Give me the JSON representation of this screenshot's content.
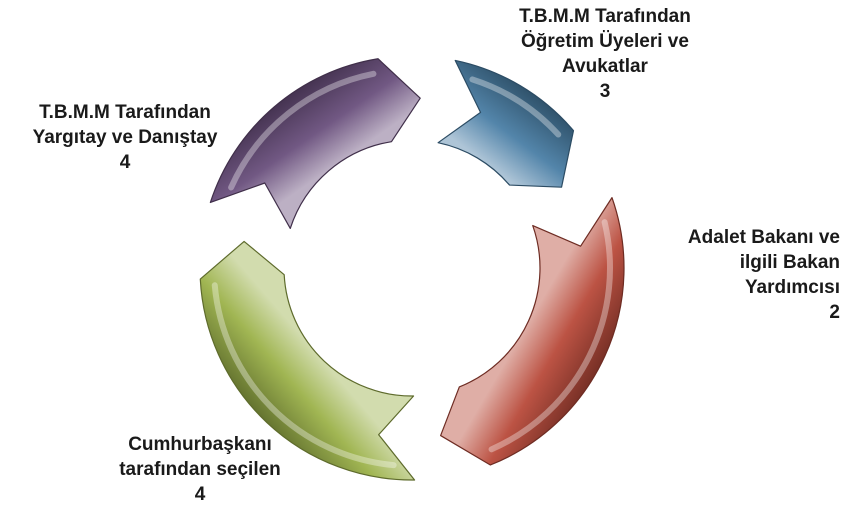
{
  "chart_data": {
    "type": "pie",
    "style": "segmented donut (arrows)",
    "legend": "none",
    "slices": [
      {
        "label_lines": [
          "T.B.M.M Tarafından",
          "Öğretim Üyeleri ve",
          "Avukatlar"
        ],
        "value": 3,
        "color": "#6a4f7c"
      },
      {
        "label_lines": [
          "Adalet Bakanı ve",
          "ilgili Bakan",
          "Yardımcısı"
        ],
        "value": 2,
        "color": "#4a7fa6"
      },
      {
        "label_lines": [
          "Cumhurbaşkanı",
          "tarafından seçilen"
        ],
        "value": 4,
        "color": "#b84a3a"
      },
      {
        "label_lines": [
          "T.B.M.M Tarafından",
          "Yargıtay ve Danıştay"
        ],
        "value": 4,
        "color": "#9cb24a"
      }
    ]
  }
}
